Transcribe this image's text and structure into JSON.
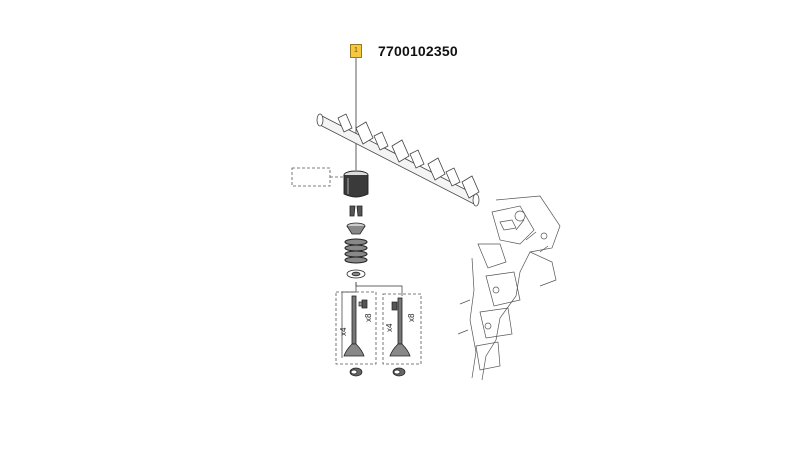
{
  "callout": {
    "marker_label": "1",
    "marker_color": "#f5c842",
    "part_number": "7700102350"
  },
  "quantities": {
    "left_valve_count": "x4",
    "left_keeper_count": "x8",
    "right_valve_count": "x4",
    "right_keeper_count": "x8"
  },
  "icons": [
    "camshaft",
    "engine-block",
    "tappet",
    "valve-keepers",
    "valve-spring",
    "spring-seat",
    "intake-valve",
    "exhaust-valve",
    "valve-stem-seal"
  ]
}
